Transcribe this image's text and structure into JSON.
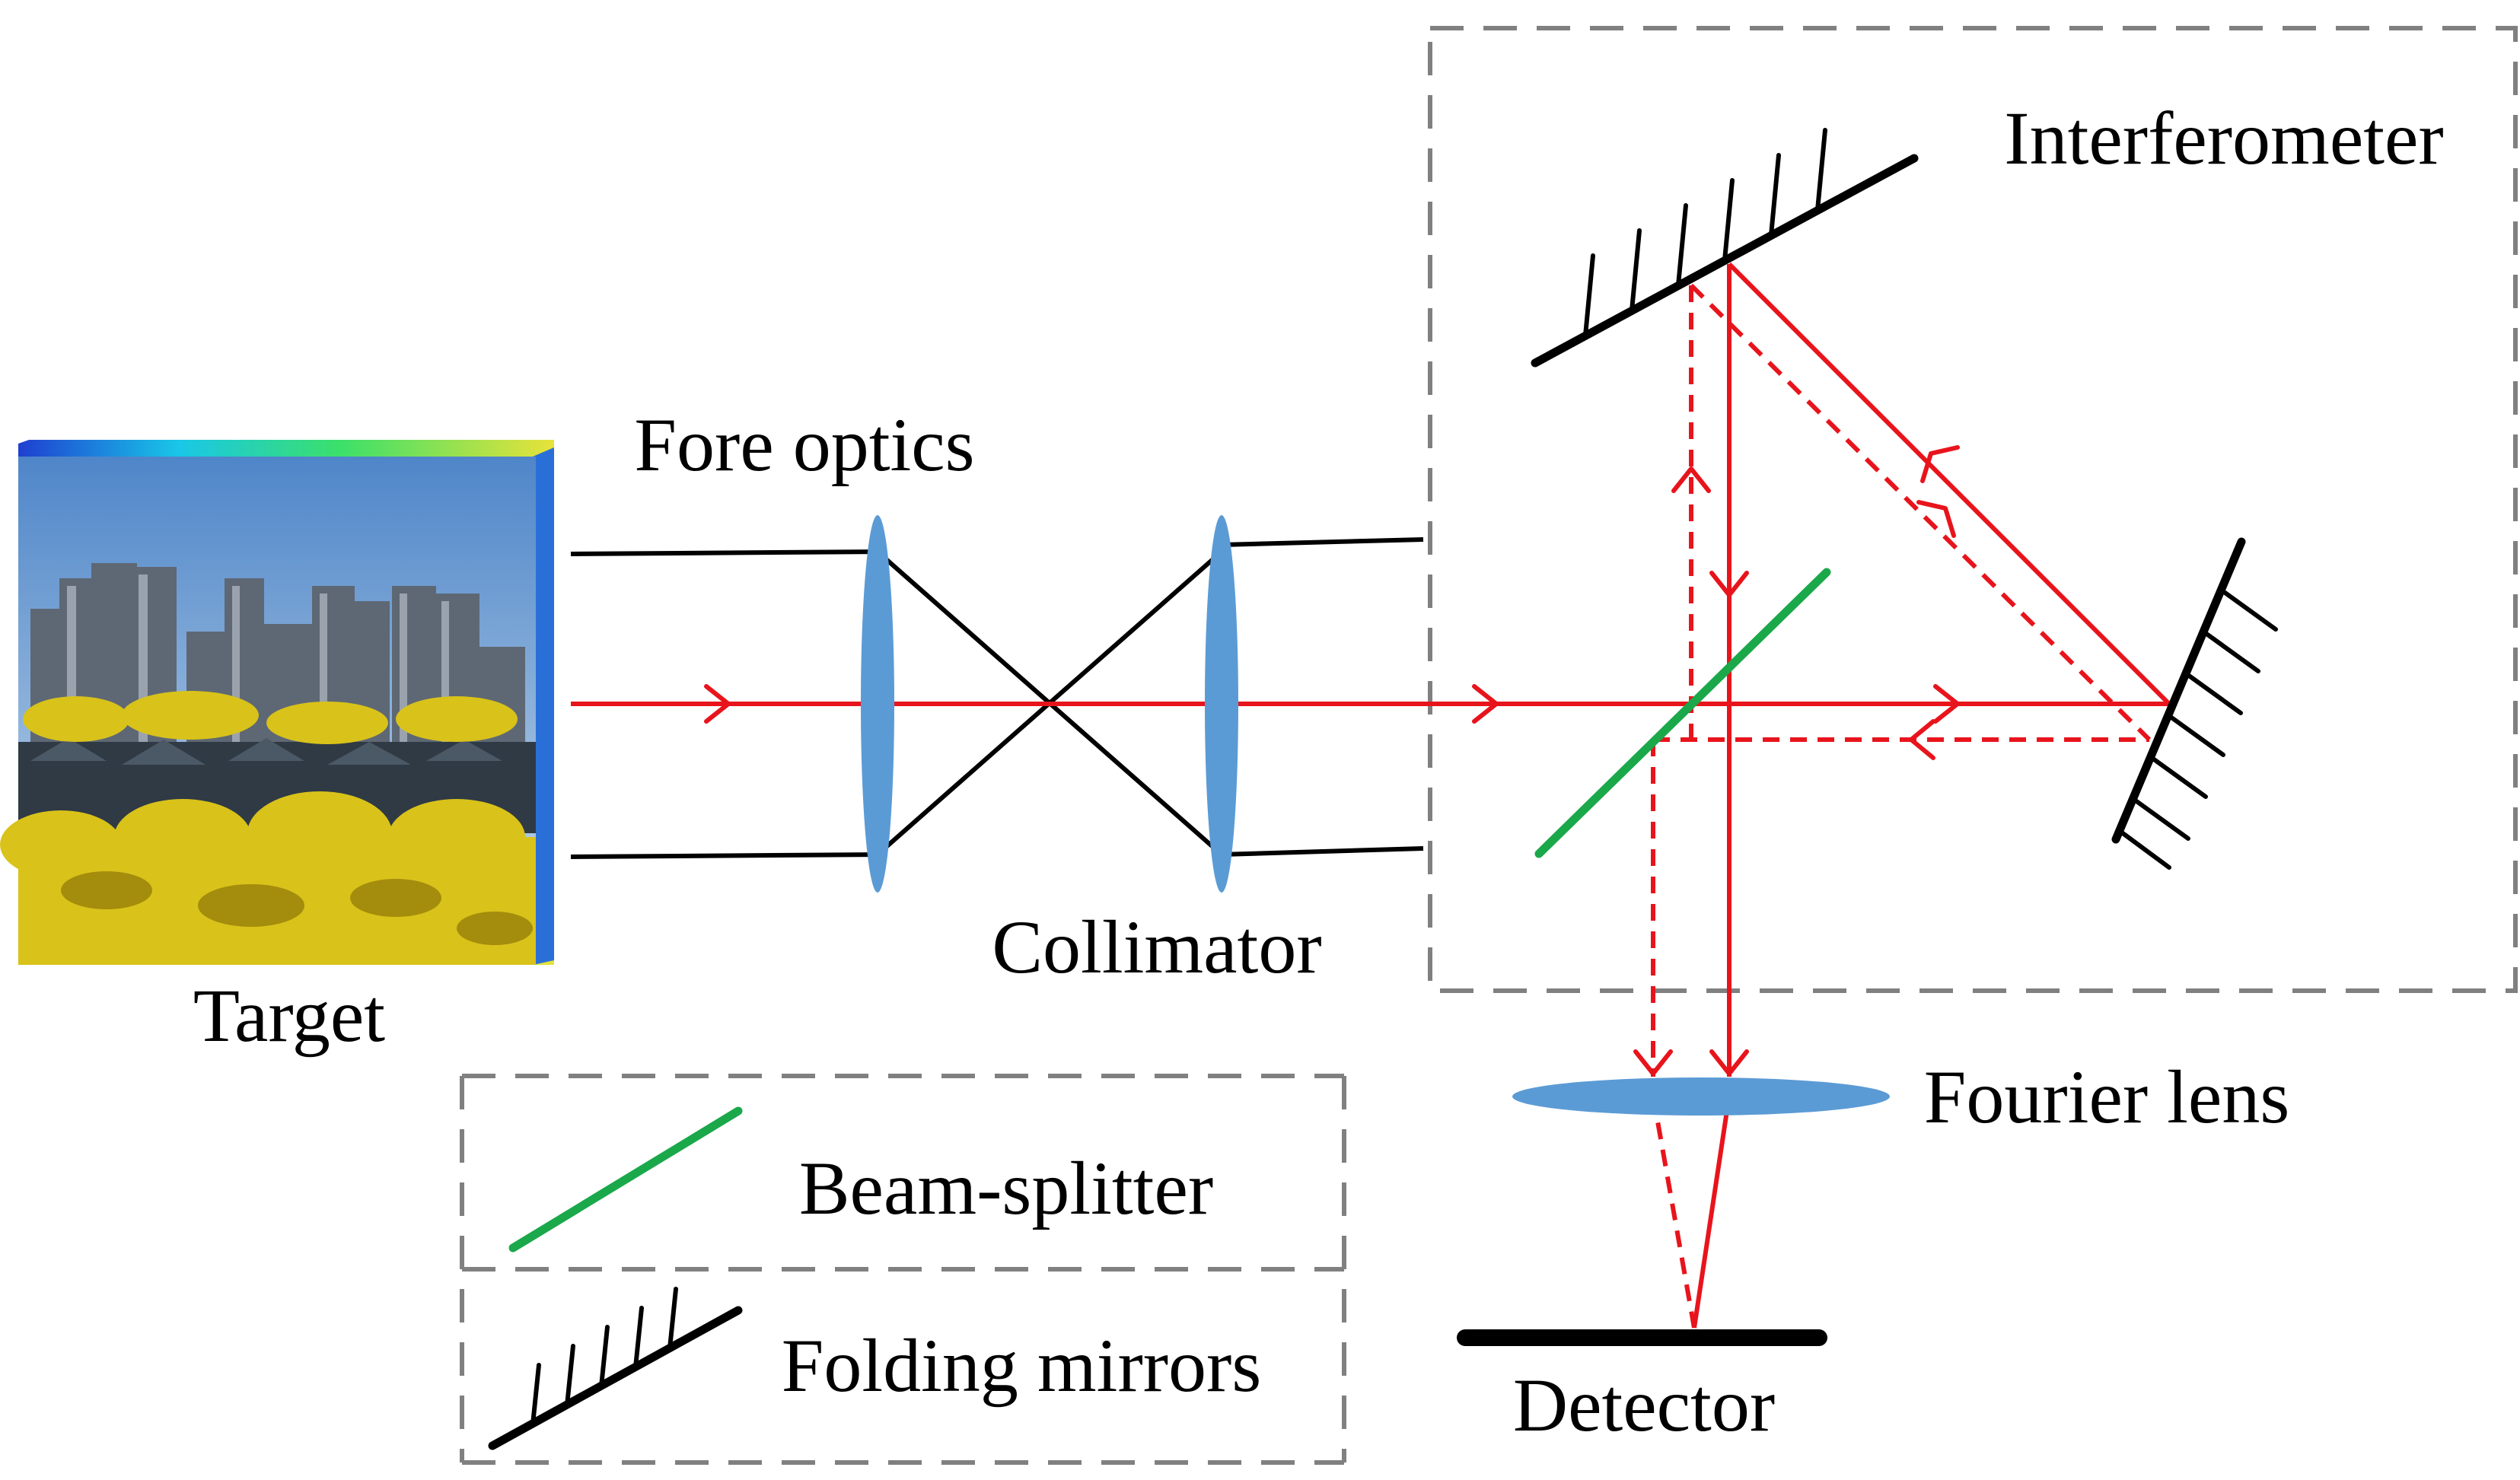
{
  "labels": {
    "target": "Target",
    "fore_optics": "Fore optics",
    "collimator": "Collimator",
    "interferometer": "Interferometer",
    "fourier_lens": "Fourier lens",
    "detector": "Detector"
  },
  "legend": {
    "beam_splitter": "Beam-splitter",
    "folding_mirrors": "Folding mirrors"
  },
  "colors": {
    "ray": "#e8141c",
    "lens": "#5b9bd5",
    "beam_splitter": "#1aa84a",
    "mirror": "#000000",
    "dashed_box": "#808080"
  }
}
